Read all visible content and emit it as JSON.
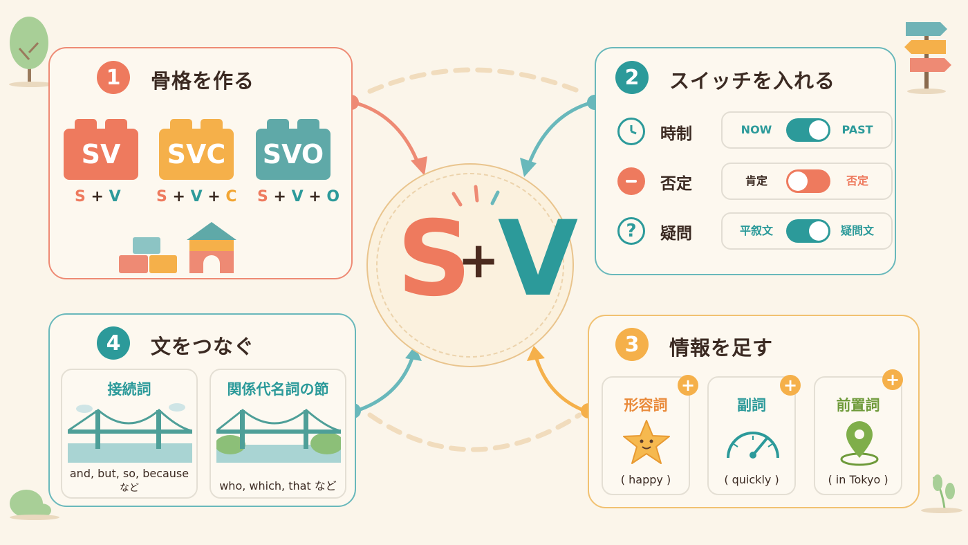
{
  "center": {
    "s": "S",
    "plus": "+",
    "v": "V"
  },
  "panel1": {
    "number": "1",
    "title": "骨格を作る",
    "blocks": [
      {
        "label": "SV",
        "formula": [
          {
            "t": "S",
            "c": "#ee7a5e"
          },
          {
            "t": " + ",
            "c": "#3b2a22"
          },
          {
            "t": "V",
            "c": "#2c9a9a"
          }
        ]
      },
      {
        "label": "SVC",
        "formula": [
          {
            "t": "S",
            "c": "#ee7a5e"
          },
          {
            "t": " + ",
            "c": "#3b2a22"
          },
          {
            "t": "V",
            "c": "#2c9a9a"
          },
          {
            "t": " + ",
            "c": "#3b2a22"
          },
          {
            "t": "C",
            "c": "#f2a532"
          }
        ]
      },
      {
        "label": "SVO",
        "formula": [
          {
            "t": "S",
            "c": "#ee7a5e"
          },
          {
            "t": " + ",
            "c": "#3b2a22"
          },
          {
            "t": "V",
            "c": "#2c9a9a"
          },
          {
            "t": " + ",
            "c": "#3b2a22"
          },
          {
            "t": "O",
            "c": "#2c9a9a"
          }
        ]
      }
    ]
  },
  "panel2": {
    "number": "2",
    "title": "スイッチを入れる",
    "rows": [
      {
        "label": "時制",
        "left": "NOW",
        "right": "PAST",
        "icon": "clock-icon"
      },
      {
        "label": "否定",
        "left": "肯定",
        "right": "否定",
        "icon": "minus-icon"
      },
      {
        "label": "疑問",
        "left": "平叙文",
        "right": "疑問文",
        "icon": "question-icon",
        "icon_text": "?"
      }
    ]
  },
  "panel3": {
    "number": "3",
    "title": "情報を足す",
    "cards": [
      {
        "title": "形容詞",
        "caption": "( happy )",
        "icon": "star-icon"
      },
      {
        "title": "副詞",
        "caption": "( quickly )",
        "icon": "speedometer-icon"
      },
      {
        "title": "前置詞",
        "caption": "( in Tokyo )",
        "icon": "location-pin-icon"
      }
    ],
    "plus": "+"
  },
  "panel4": {
    "number": "4",
    "title": "文をつなぐ",
    "cards": [
      {
        "title": "接続詞",
        "caption": "and, but, so, because",
        "caption2": "など"
      },
      {
        "title": "関係代名詞の節",
        "caption": "who, which, that  など",
        "caption2": ""
      }
    ]
  },
  "colors": {
    "coral": "#ee7a5e",
    "teal": "#2c9a9a",
    "orange": "#f2a532",
    "brown": "#4b2b1f",
    "background": "#fbf5ea"
  }
}
